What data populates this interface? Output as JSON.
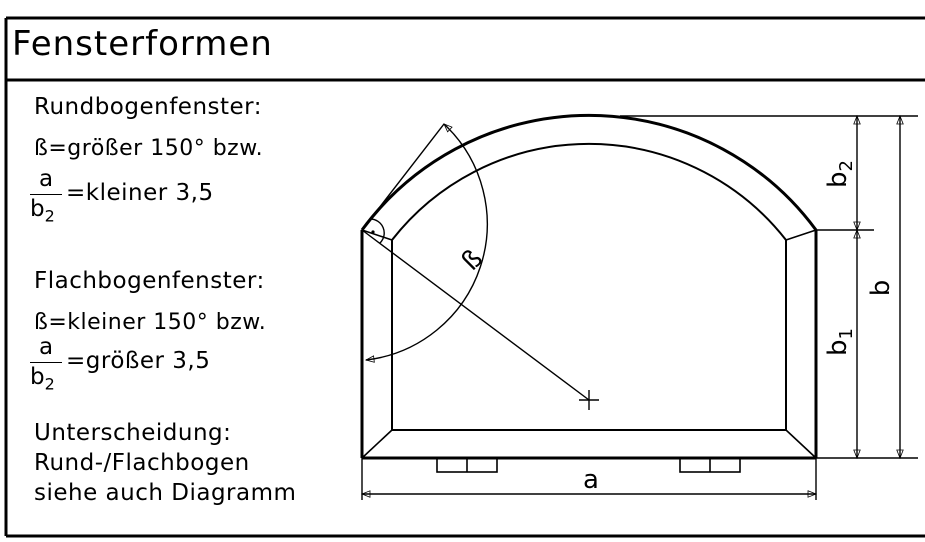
{
  "title": "Fensterformen",
  "rund": {
    "heading": "Rundbogenfenster:",
    "line1": "ß=größer 150° bzw.",
    "frac_num": "a",
    "frac_den": "b",
    "frac_den_sub": "2",
    "frac_rest": "=kleiner 3,5"
  },
  "flach": {
    "heading": "Flachbogenfenster:",
    "line1": "ß=kleiner 150° bzw.",
    "frac_num": "a",
    "frac_den": "b",
    "frac_den_sub": "2",
    "frac_rest": "=größer 3,5"
  },
  "note": {
    "line1": "Unterscheidung:",
    "line2": "Rund-/Flachbogen",
    "line3": "siehe auch Diagramm"
  },
  "labels": {
    "beta": "ß",
    "a": "a",
    "b": "b",
    "b1": "b",
    "b1_sub": "1",
    "b2": "b",
    "b2_sub": "2"
  }
}
